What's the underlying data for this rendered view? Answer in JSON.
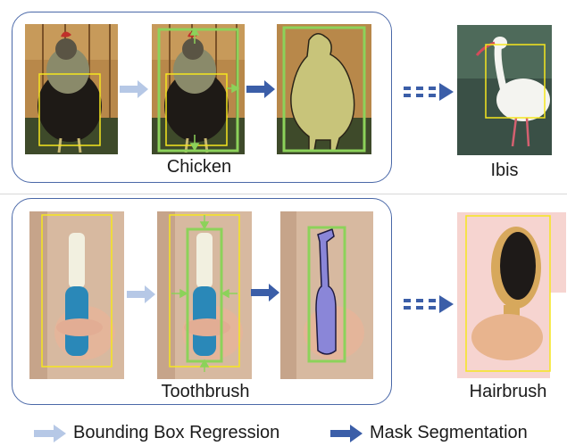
{
  "rows": [
    {
      "group_label": "Chicken",
      "final_label": "Ibis"
    },
    {
      "group_label": "Toothbrush",
      "final_label": "Hairbrush"
    }
  ],
  "legend": {
    "bbox_regression_label": "Bounding Box Regression",
    "mask_segmentation_label": "Mask Segmentation"
  },
  "colors": {
    "group_border": "#4a68a8",
    "bbox_arrow": "#b6c8e6",
    "mask_arrow": "#3b5ea8",
    "initial_box": "#f5e61e",
    "refined_box": "#8cd25a",
    "mask_fill_chicken": "#c8c47a",
    "mask_fill_toothbrush": "#8a86d8"
  },
  "icons": {
    "bbox_regression": "light-arrow-icon",
    "mask_segmentation": "dark-arrow-icon",
    "ellipsis": "dashed-arrow-icon"
  }
}
